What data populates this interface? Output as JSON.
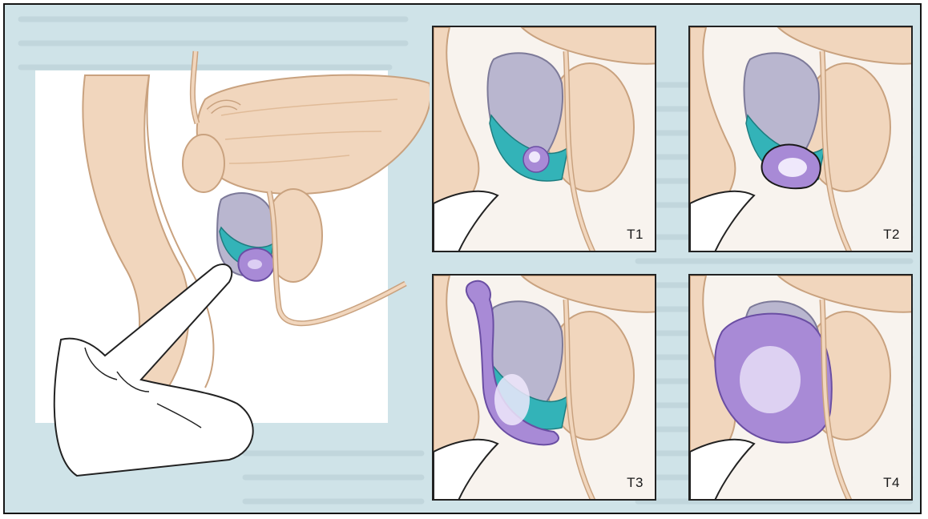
{
  "figure": {
    "stages": [
      {
        "label": "T1",
        "tumor": "small"
      },
      {
        "label": "T2",
        "tumor": "medium"
      },
      {
        "label": "T3",
        "tumor": "extracapsular"
      },
      {
        "label": "T4",
        "tumor": "large"
      }
    ],
    "colors": {
      "background": "#cfe3e8",
      "tissue": "#f1d6bd",
      "tissue_outline": "#c9a27f",
      "prostate": "#b9b6cf",
      "seminal_teal": "#33b3b8",
      "tumor": "#a88ad6",
      "panel_bg": "#f8f3ee"
    }
  }
}
